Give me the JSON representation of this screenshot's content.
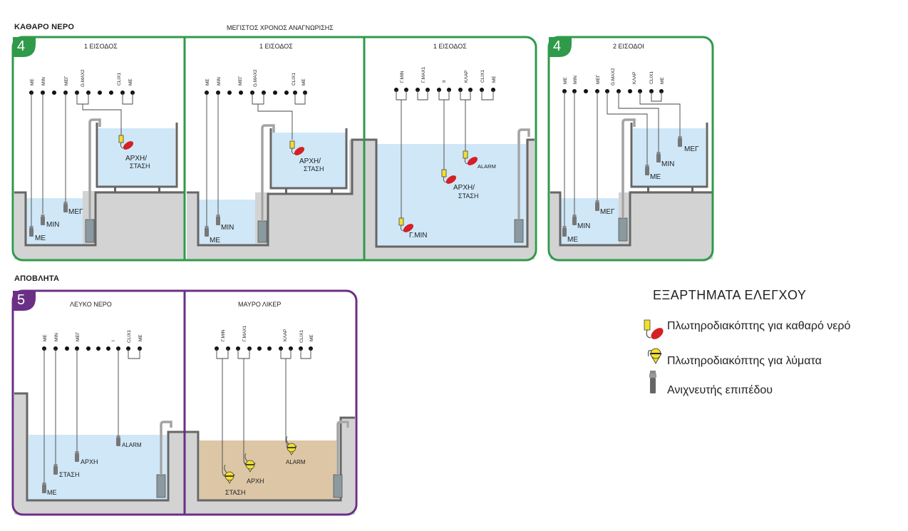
{
  "sections": {
    "clean_water": "ΚΑΘΑΡΟ ΝΕΡΟ",
    "recognition_time": "ΜΕΓΙΣΤΟΣ ΧΡΟΝΟΣ ΑΝΑΓΝΩΡΙΣΗΣ",
    "waste": "ΑΠΟΒΛΗΤΑ"
  },
  "badges": {
    "clean_left": "4",
    "clean_right": "4",
    "waste": "5"
  },
  "colors": {
    "green": "#2f9a4a",
    "purple": "#6b2f86",
    "water": "#cfe7f7",
    "sludge": "#dcc6a6",
    "ground": "#d3d3d3",
    "wall": "#666666",
    "float_red": "#d42026",
    "float_yellow": "#f2e02e"
  },
  "panels": {
    "p1": {
      "title": "1 ΕΙΣΟΔΟΣ",
      "terminals": [
        "ΜΕ",
        "MIN",
        "ΜΕΓ",
        "G.MAX2",
        "CLIX1",
        "ΜΕ"
      ],
      "labels": {
        "start_stop_1": "ΑΡΧΗ/",
        "start_stop_2": "ΣΤΑΣΗ",
        "meg": "ΜΕΓ",
        "min": "MIN",
        "me": "ΜΕ"
      }
    },
    "p2": {
      "title": "1 ΕΙΣΟΔΟΣ",
      "terminals": [
        "ΜΕ",
        "MIN",
        "ΜΕΓ",
        "G.MAX2",
        "CLIX1",
        "ΜΕ"
      ],
      "labels": {
        "start_stop_1": "ΑΡΧΗ/",
        "start_stop_2": "ΣΤΑΣΗ",
        "min": "MIN",
        "me": "ΜΕ"
      }
    },
    "p3": {
      "title": "1 ΕΙΣΟΔΟΣ",
      "terminals": [
        "Γ.MIN",
        "Γ.MAX1",
        "ΙΙ",
        "ΚΛΑΡ",
        "CLIX1",
        "ΜΕ"
      ],
      "labels": {
        "alarm": "ALARM",
        "start_stop_1": "ΑΡΧΗ/",
        "start_stop_2": "ΣΤΑΣΗ",
        "gmin": "Γ.MIN"
      }
    },
    "p4": {
      "title": "2 ΕΙΣΟΔΟΙ",
      "terminals": [
        "ΜΕ",
        "MIN",
        "ΜΕΓ",
        "G.MAX2",
        "ΚΛΑΡ",
        "CLIX1",
        "ΜΕ"
      ],
      "labels": {
        "meg_tank": "ΜΕΓ",
        "min_tank": "MIN",
        "me_tank": "ΜΕ",
        "meg": "ΜΕΓ",
        "min": "MIN",
        "me": "ΜΕ"
      }
    },
    "p5": {
      "title": "ΛΕΥΚΟ ΝΕΡΟ",
      "terminals": [
        "ΜΕ",
        "MIN",
        "ΜΕΓ",
        "Ι",
        "CLIX1",
        "ΜΕ"
      ],
      "labels": {
        "alarm": "ALARM",
        "start": "ΑΡΧΗ",
        "stop": "ΣΤΑΣΗ",
        "me": "ΜΕ"
      }
    },
    "p6": {
      "title": "ΜΑΥΡΟ ΛΙΚΕΡ",
      "terminals": [
        "Γ.MIN",
        "Γ.MAX1",
        "ΚΛΑΡ",
        "CLIX1",
        "ΜΕ"
      ],
      "labels": {
        "alarm": "ALARM",
        "start": "ΑΡΧΗ",
        "stop": "ΣΤΑΣΗ"
      }
    }
  },
  "legend": {
    "title": "ΕΞΑΡΤΗΜΑΤΑ ΕΛΕΓΧΟΥ",
    "items": [
      {
        "icon": "float-switch-clean-water-icon",
        "label": "Πλωτηροδιακόπτης για  καθαρό νερό"
      },
      {
        "icon": "float-switch-sludge-icon",
        "label": "Πλωτηροδιακόπτης για λύματα"
      },
      {
        "icon": "level-probe-icon",
        "label": "Ανιχνευτής επιπέδου"
      }
    ]
  }
}
